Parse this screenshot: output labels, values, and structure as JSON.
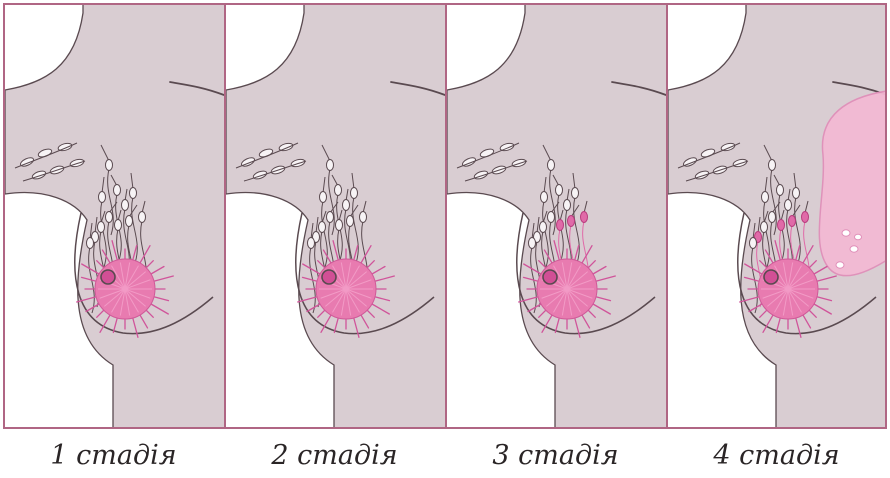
{
  "figure": {
    "stages": [
      {
        "label": "1 стадія",
        "stage": 1,
        "affected_nodes": 0,
        "spread": false
      },
      {
        "label": "2 стадія",
        "stage": 2,
        "affected_nodes": 0,
        "spread": false
      },
      {
        "label": "3 стадія",
        "stage": 3,
        "affected_nodes": 3,
        "spread": false
      },
      {
        "label": "4 стадія",
        "stage": 4,
        "affected_nodes": 4,
        "spread": true
      }
    ],
    "colors": {
      "border": "#b06684",
      "skin": "#d9cdd2",
      "outline": "#5a4a50",
      "tumor": "#e87bb0",
      "tumor_spike": "#d0549a",
      "node_white": "#f7f3f5",
      "node_affected": "#e06aa8",
      "metastasis": "#f3b9d4",
      "metastasis_edge": "#e08fb9"
    }
  }
}
